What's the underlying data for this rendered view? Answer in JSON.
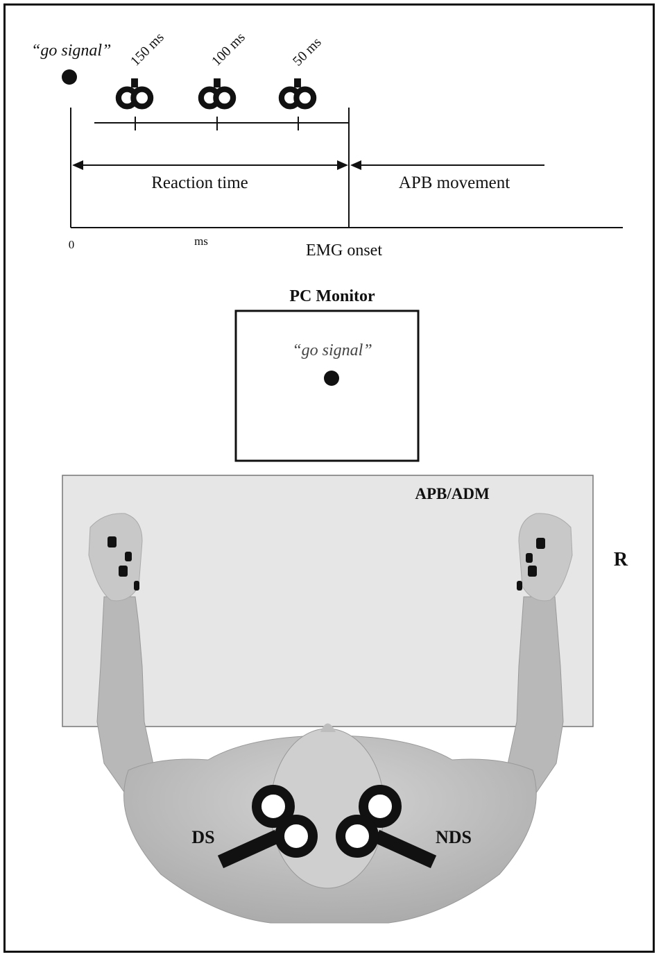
{
  "timeline": {
    "go_signal_label": "“go signal”",
    "delays": [
      "150 ms",
      "100 ms",
      "50 ms"
    ],
    "reaction_time_label": "Reaction time",
    "apb_movement_label": "APB movement",
    "zero_label": "0",
    "ms_label": "ms",
    "emg_onset_label": "EMG onset"
  },
  "monitor": {
    "title": "PC Monitor",
    "go_signal_label": "“go signal”"
  },
  "table": {
    "muscle_label": "APB/ADM",
    "side_label": "R"
  },
  "subject": {
    "left_coil_label": "DS",
    "right_coil_label": "NDS"
  },
  "colors": {
    "ink": "#111111",
    "table_fill": "#e6e6e6",
    "skin": "#bcbcbc",
    "electrode": "#111111"
  }
}
